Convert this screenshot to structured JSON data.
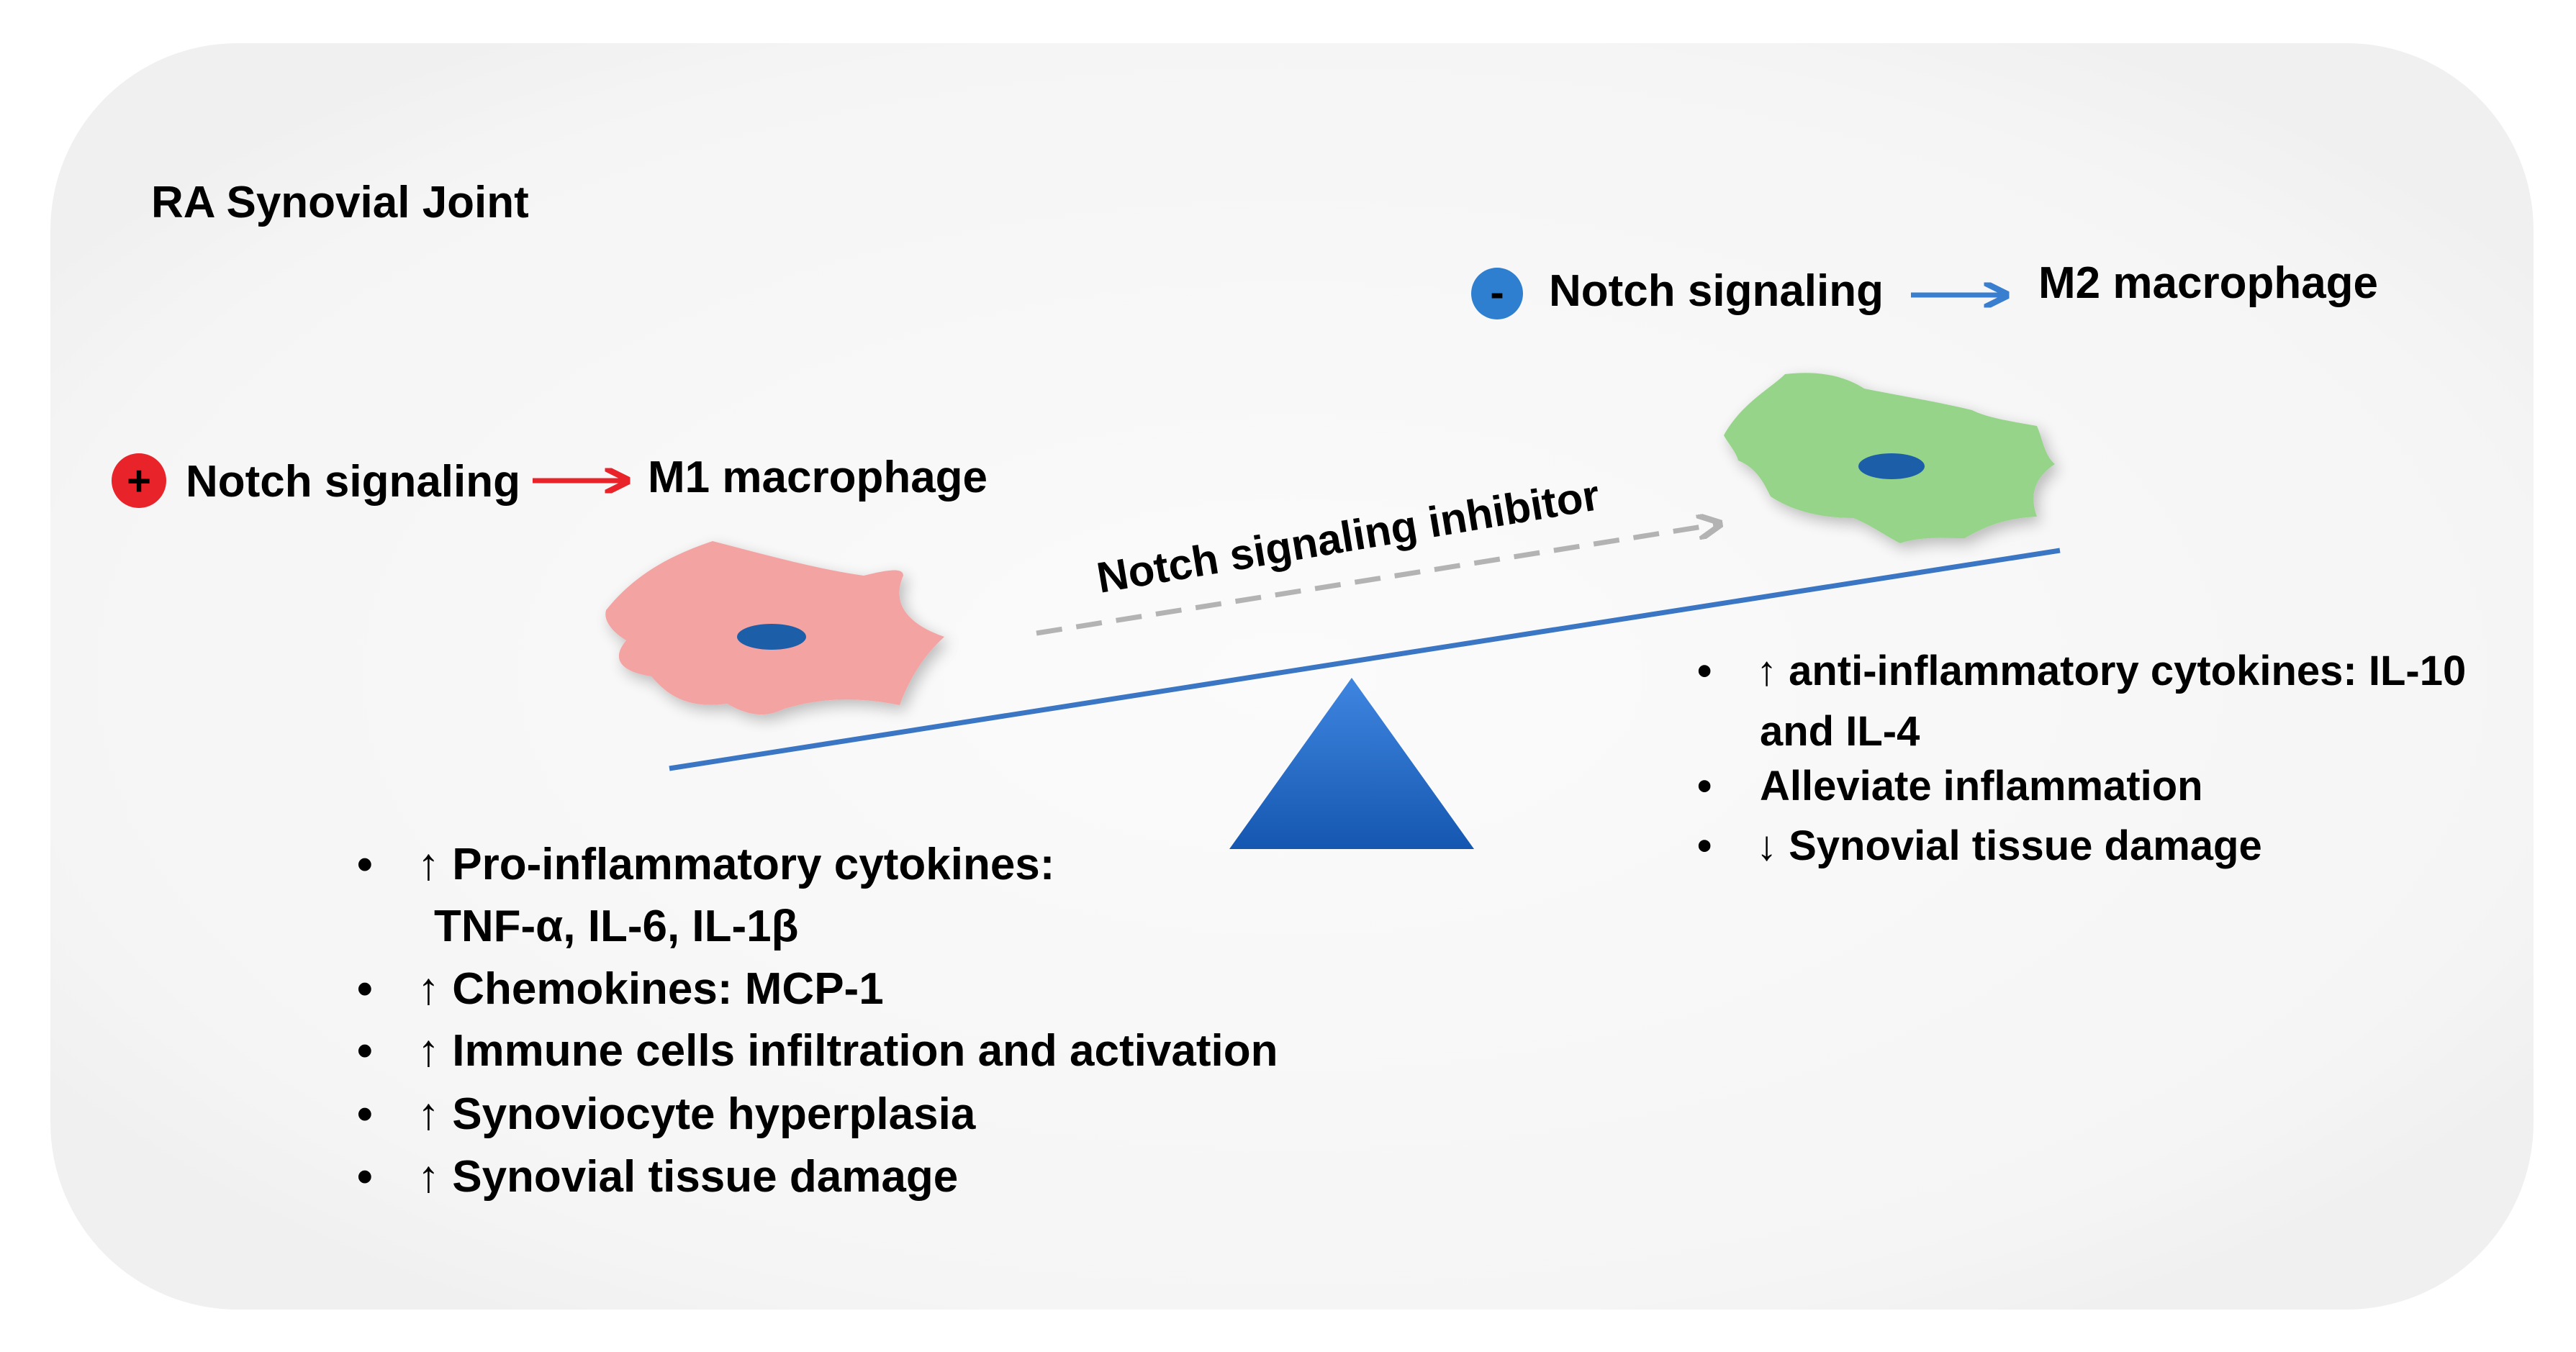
{
  "title": "RA Synovial Joint",
  "m1": {
    "sign": "+",
    "signal_label": "Notch signaling",
    "target_label": "M1 macrophage",
    "sign_color": "#e8232a",
    "arrow_color": "#e8232a",
    "cell_color": "#f4a3a3",
    "effects": [
      {
        "bullet": "•",
        "lines": [
          "↑ Pro-inflammatory cytokines:",
          "TNF-α, IL-6, IL-1β"
        ]
      },
      {
        "bullet": "•",
        "lines": [
          "↑ Chemokines: MCP-1"
        ]
      },
      {
        "bullet": "•",
        "lines": [
          "↑ Immune cells infiltration and activation"
        ]
      },
      {
        "bullet": "•",
        "lines": [
          "↑ Synoviocyte hyperplasia"
        ]
      },
      {
        "bullet": "•",
        "lines": [
          "↑ Synovial tissue damage"
        ]
      }
    ]
  },
  "m2": {
    "sign": "-",
    "signal_label": "Notch signaling",
    "target_label": "M2 macrophage",
    "sign_color": "#2f7fd0",
    "arrow_color": "#3a7fcf",
    "cell_color": "#96d48a",
    "effects": [
      {
        "bullet": "•",
        "lines": [
          "↑ anti-inflammatory cytokines: IL-10",
          "and IL-4"
        ]
      },
      {
        "bullet": "•",
        "lines": [
          "Alleviate inflammation"
        ]
      },
      {
        "bullet": "•",
        "lines": [
          "↓ Synovial tissue damage"
        ]
      }
    ]
  },
  "inhibitor_label": "Notch signaling inhibitor",
  "colors": {
    "background_panel": "#f7f7f7",
    "seesaw_line": "#3a76c4",
    "fulcrum": "#1f63bf",
    "nucleus": "#1b5fa8",
    "dashed_arrow": "#b3b3b3"
  }
}
